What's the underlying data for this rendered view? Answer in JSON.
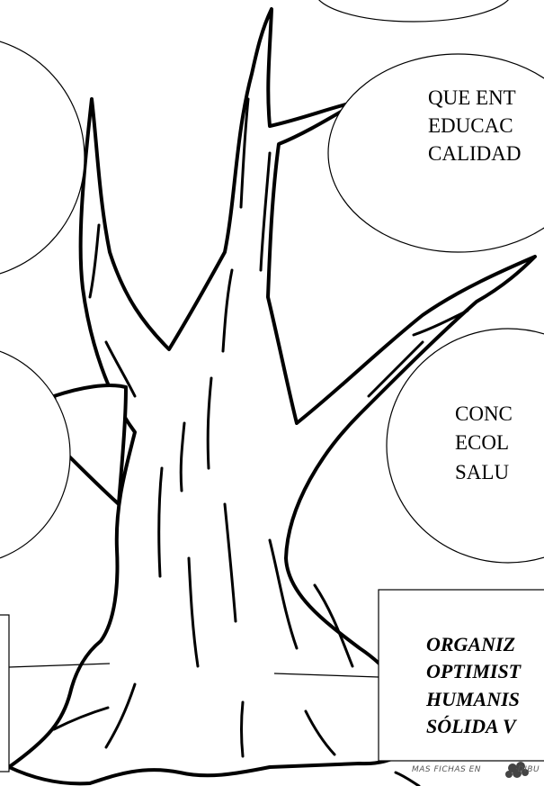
{
  "bubbles": {
    "top_right": {
      "lines": [
        "QUE ENT",
        "EDUCAC",
        "CALIDAD"
      ]
    },
    "middle_right": {
      "lines": [
        "CONC",
        "ECOL",
        "SALU"
      ]
    }
  },
  "box_right": {
    "lines": [
      "ORGANIZ",
      "OPTIMIST",
      "HUMANIS",
      "SÓLIDA V"
    ]
  },
  "footer": {
    "text_left": "MAS FICHAS EN",
    "text_right": "DIBU"
  },
  "colors": {
    "line": "#000000",
    "background": "#ffffff"
  }
}
